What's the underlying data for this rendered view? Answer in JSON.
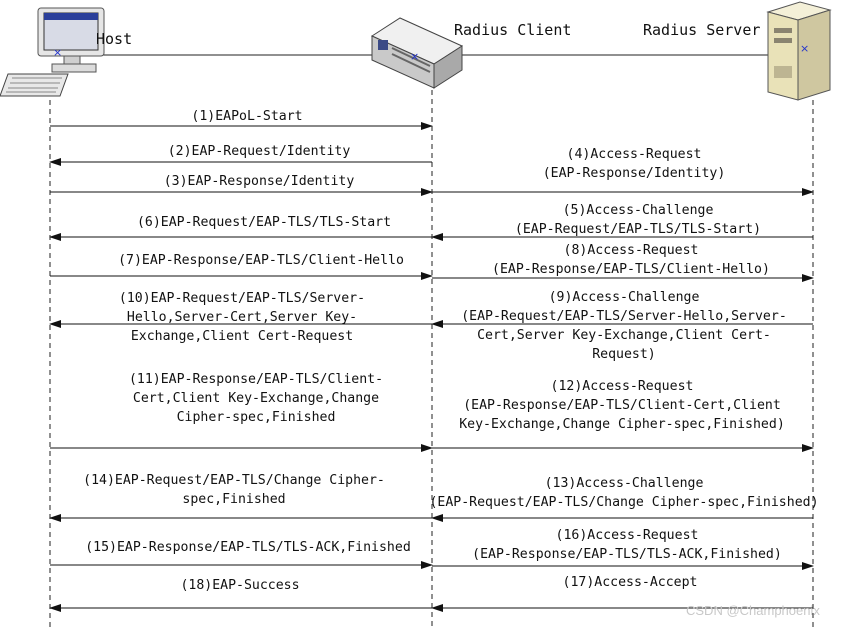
{
  "nodes": {
    "host": "Host",
    "client": "Radius Client",
    "server": "Radius Server"
  },
  "messages": [
    {
      "id": "m1",
      "lines": [
        "(1)EAPoL-Start"
      ]
    },
    {
      "id": "m2",
      "lines": [
        "(2)EAP-Request/Identity"
      ]
    },
    {
      "id": "m3",
      "lines": [
        "(3)EAP-Response/Identity"
      ]
    },
    {
      "id": "m4",
      "lines": [
        "(4)Access-Request",
        "(EAP-Response/Identity)"
      ]
    },
    {
      "id": "m5",
      "lines": [
        "(5)Access-Challenge",
        "(EAP-Request/EAP-TLS/TLS-Start)"
      ]
    },
    {
      "id": "m6",
      "lines": [
        "(6)EAP-Request/EAP-TLS/TLS-Start"
      ]
    },
    {
      "id": "m7",
      "lines": [
        "(7)EAP-Response/EAP-TLS/Client-Hello"
      ]
    },
    {
      "id": "m8",
      "lines": [
        "(8)Access-Request",
        "(EAP-Response/EAP-TLS/Client-Hello)"
      ]
    },
    {
      "id": "m9",
      "lines": [
        "(9)Access-Challenge",
        "(EAP-Request/EAP-TLS/Server-Hello,Server-",
        "Cert,Server Key-Exchange,Client Cert-",
        "Request)"
      ]
    },
    {
      "id": "m10",
      "lines": [
        "(10)EAP-Request/EAP-TLS/Server-",
        "Hello,Server-Cert,Server Key-",
        "Exchange,Client Cert-Request"
      ]
    },
    {
      "id": "m11",
      "lines": [
        "(11)EAP-Response/EAP-TLS/Client-",
        "Cert,Client Key-Exchange,Change",
        "Cipher-spec,Finished"
      ]
    },
    {
      "id": "m12",
      "lines": [
        "(12)Access-Request",
        "(EAP-Response/EAP-TLS/Client-Cert,Client",
        "Key-Exchange,Change Cipher-spec,Finished)"
      ]
    },
    {
      "id": "m13",
      "lines": [
        "(13)Access-Challenge",
        "(EAP-Request/EAP-TLS/Change Cipher-spec,Finished)"
      ]
    },
    {
      "id": "m14",
      "lines": [
        "(14)EAP-Request/EAP-TLS/Change Cipher-",
        "spec,Finished"
      ]
    },
    {
      "id": "m15",
      "lines": [
        "(15)EAP-Response/EAP-TLS/TLS-ACK,Finished"
      ]
    },
    {
      "id": "m16",
      "lines": [
        "(16)Access-Request",
        "(EAP-Response/EAP-TLS/TLS-ACK,Finished)"
      ]
    },
    {
      "id": "m17",
      "lines": [
        "(17)Access-Accept"
      ]
    },
    {
      "id": "m18",
      "lines": [
        "(18)EAP-Success"
      ]
    }
  ],
  "watermark": "CSDN @Champhoenix"
}
